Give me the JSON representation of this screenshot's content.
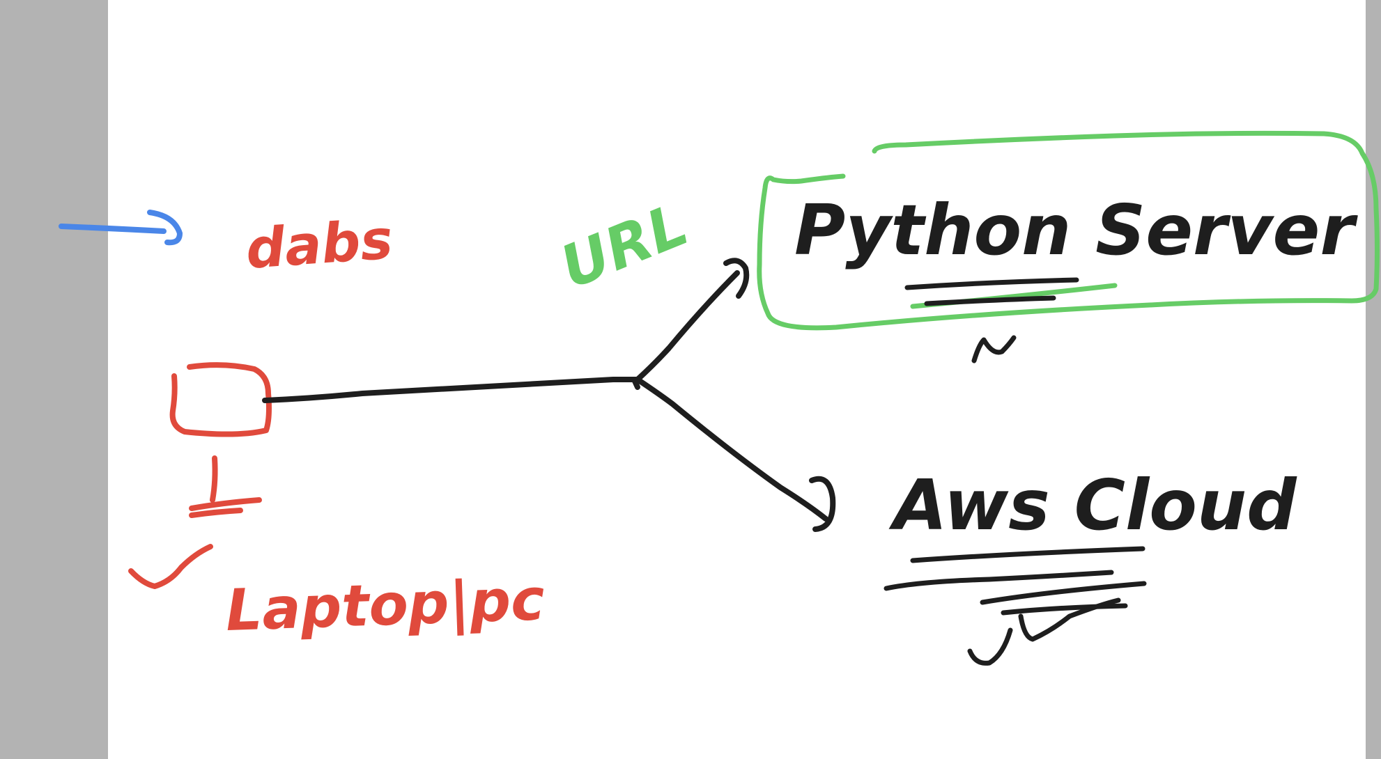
{
  "colors": {
    "background_margin": "#b3b3b3",
    "paper": "#ffffff",
    "red_ink": "#e04a3c",
    "black_ink": "#1e1e1e",
    "green_ink": "#66cc66",
    "blue_ink": "#4a86e8"
  },
  "labels": {
    "labs": "dabs",
    "laptop_pc": "Laptop|pc",
    "url": "URL",
    "python_server": "Python Server",
    "aws_cloud": "Aws Cloud"
  }
}
